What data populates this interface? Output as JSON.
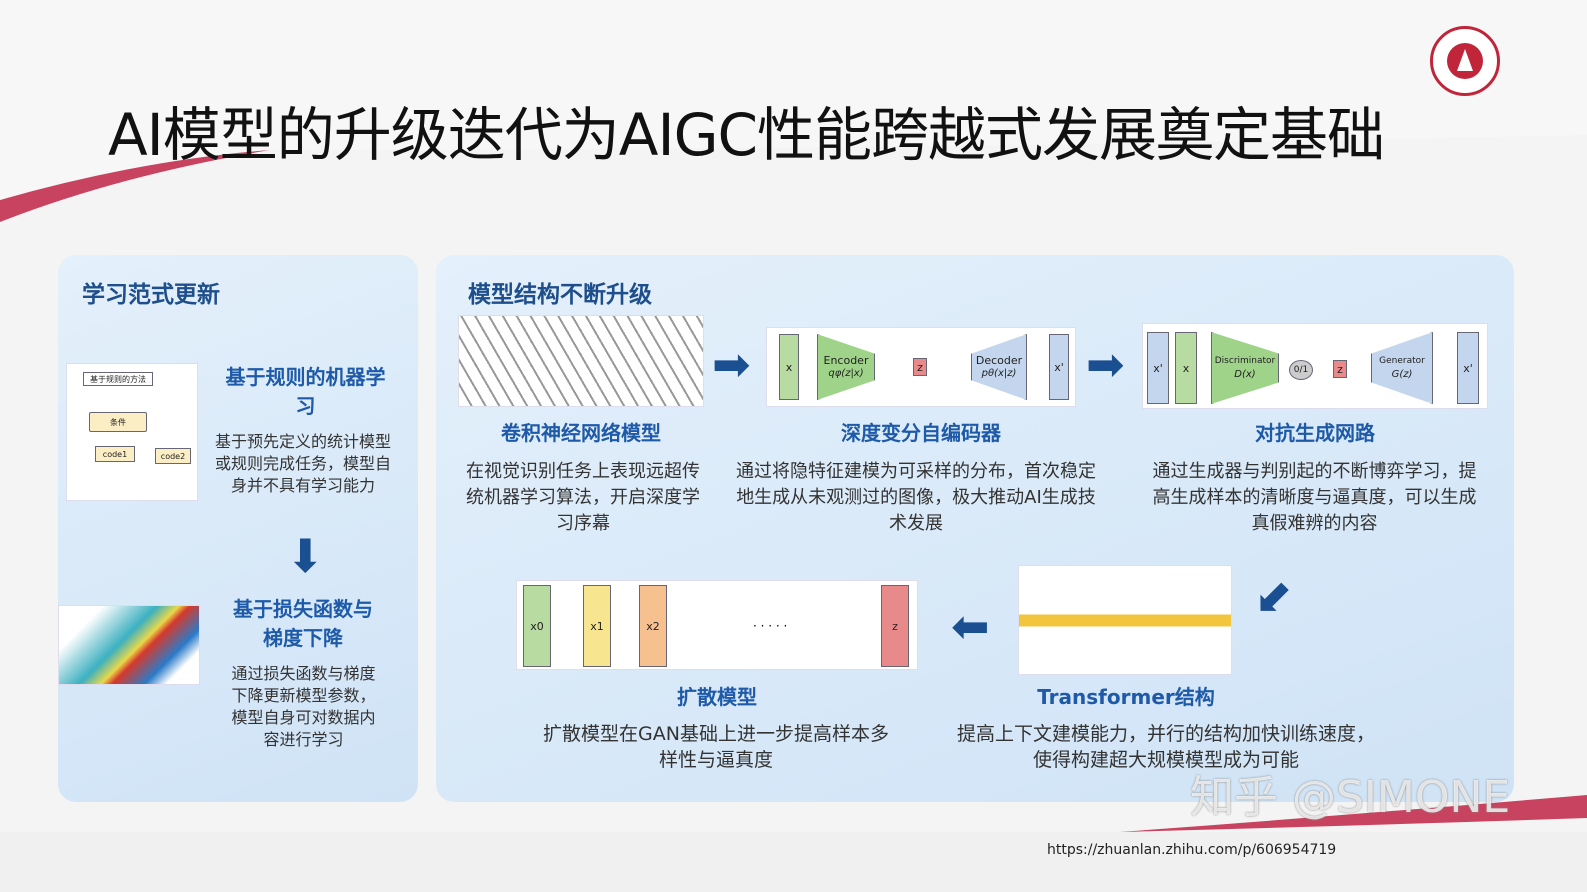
{
  "slide": {
    "title": "AI模型的升级迭代为AIGC性能跨越式发展奠定基础",
    "url": "https://zhuanlan.zhihu.com/p/606954719",
    "watermark": "知乎 @SIMONE",
    "accent": "#c8435f",
    "heading_color": "#1e4e8c"
  },
  "left": {
    "heading": "学习范式更新",
    "items": [
      {
        "title": "基于规则的机器学习",
        "desc": "基于预先定义的统计模型或规则完成任务，模型自身并不具有学习能力"
      },
      {
        "title": "基于损失函数与梯度下降",
        "desc": "通过损失函数与梯度下降更新模型参数，模型自身可对数据内容进行学习"
      }
    ],
    "flowchart": {
      "top": "基于规则的方法",
      "cond": "条件",
      "c1": "code1",
      "c2": "code2"
    }
  },
  "right": {
    "heading": "模型结构不断升级",
    "models": [
      {
        "title": "卷积神经网络模型",
        "desc": "在视觉识别任务上表现远超传统机器学习算法，开启深度学习序幕"
      },
      {
        "title": "深度变分自编码器",
        "desc": "通过将隐特征建模为可采样的分布，首次稳定地生成从未观测过的图像，极大推动AI生成技术发展"
      },
      {
        "title": "对抗生成网路",
        "desc": "通过生成器与判别起的不断博弈学习，提高生成样本的清晰度与逼真度，可以生成真假难辨的内容"
      },
      {
        "title": "Transformer结构",
        "desc": "提高上下文建模能力，并行的结构加快训练速度，使得构建超大规模模型成为可能"
      },
      {
        "title": "扩散模型",
        "desc": "扩散模型在GAN基础上进一步提高样本多样性与逼真度"
      }
    ],
    "vae": {
      "x": "x",
      "enc": "Encoder",
      "enc_f": "qφ(z|x)",
      "z": "z",
      "dec": "Decoder",
      "dec_f": "pθ(x|z)",
      "xp": "x'"
    },
    "gan": {
      "xp": "x'",
      "x": "x",
      "disc": "Discriminator",
      "disc_f": "D(x)",
      "o": "0/1",
      "z": "z",
      "gen": "Generator",
      "gen_f": "G(z)",
      "xp2": "x'"
    },
    "diff": {
      "x0": "x0",
      "x1": "x1",
      "x2": "x2",
      "dots": "· · · · ·",
      "z": "z"
    }
  }
}
